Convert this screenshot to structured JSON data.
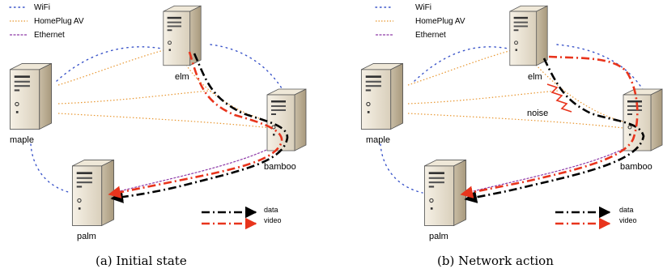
{
  "legend": {
    "wifi": "WiFi",
    "homeplug": "HomePlug AV",
    "ethernet": "Ethernet"
  },
  "nodes": {
    "elm": "elm",
    "maple": "maple",
    "bamboo": "bamboo",
    "palm": "palm"
  },
  "flow_key": {
    "data": "data",
    "video": "video"
  },
  "noise_label": "noise",
  "captions": {
    "left": "(a) Initial state",
    "right": "(b) Network action"
  },
  "colors": {
    "wifi": "#3b55c9",
    "homeplug": "#e8962f",
    "ethernet": "#8e3ba8",
    "data": "#000000",
    "video": "#e8341c",
    "noise": "#e8341c"
  },
  "icons": {
    "server": "tower-server-icon"
  }
}
